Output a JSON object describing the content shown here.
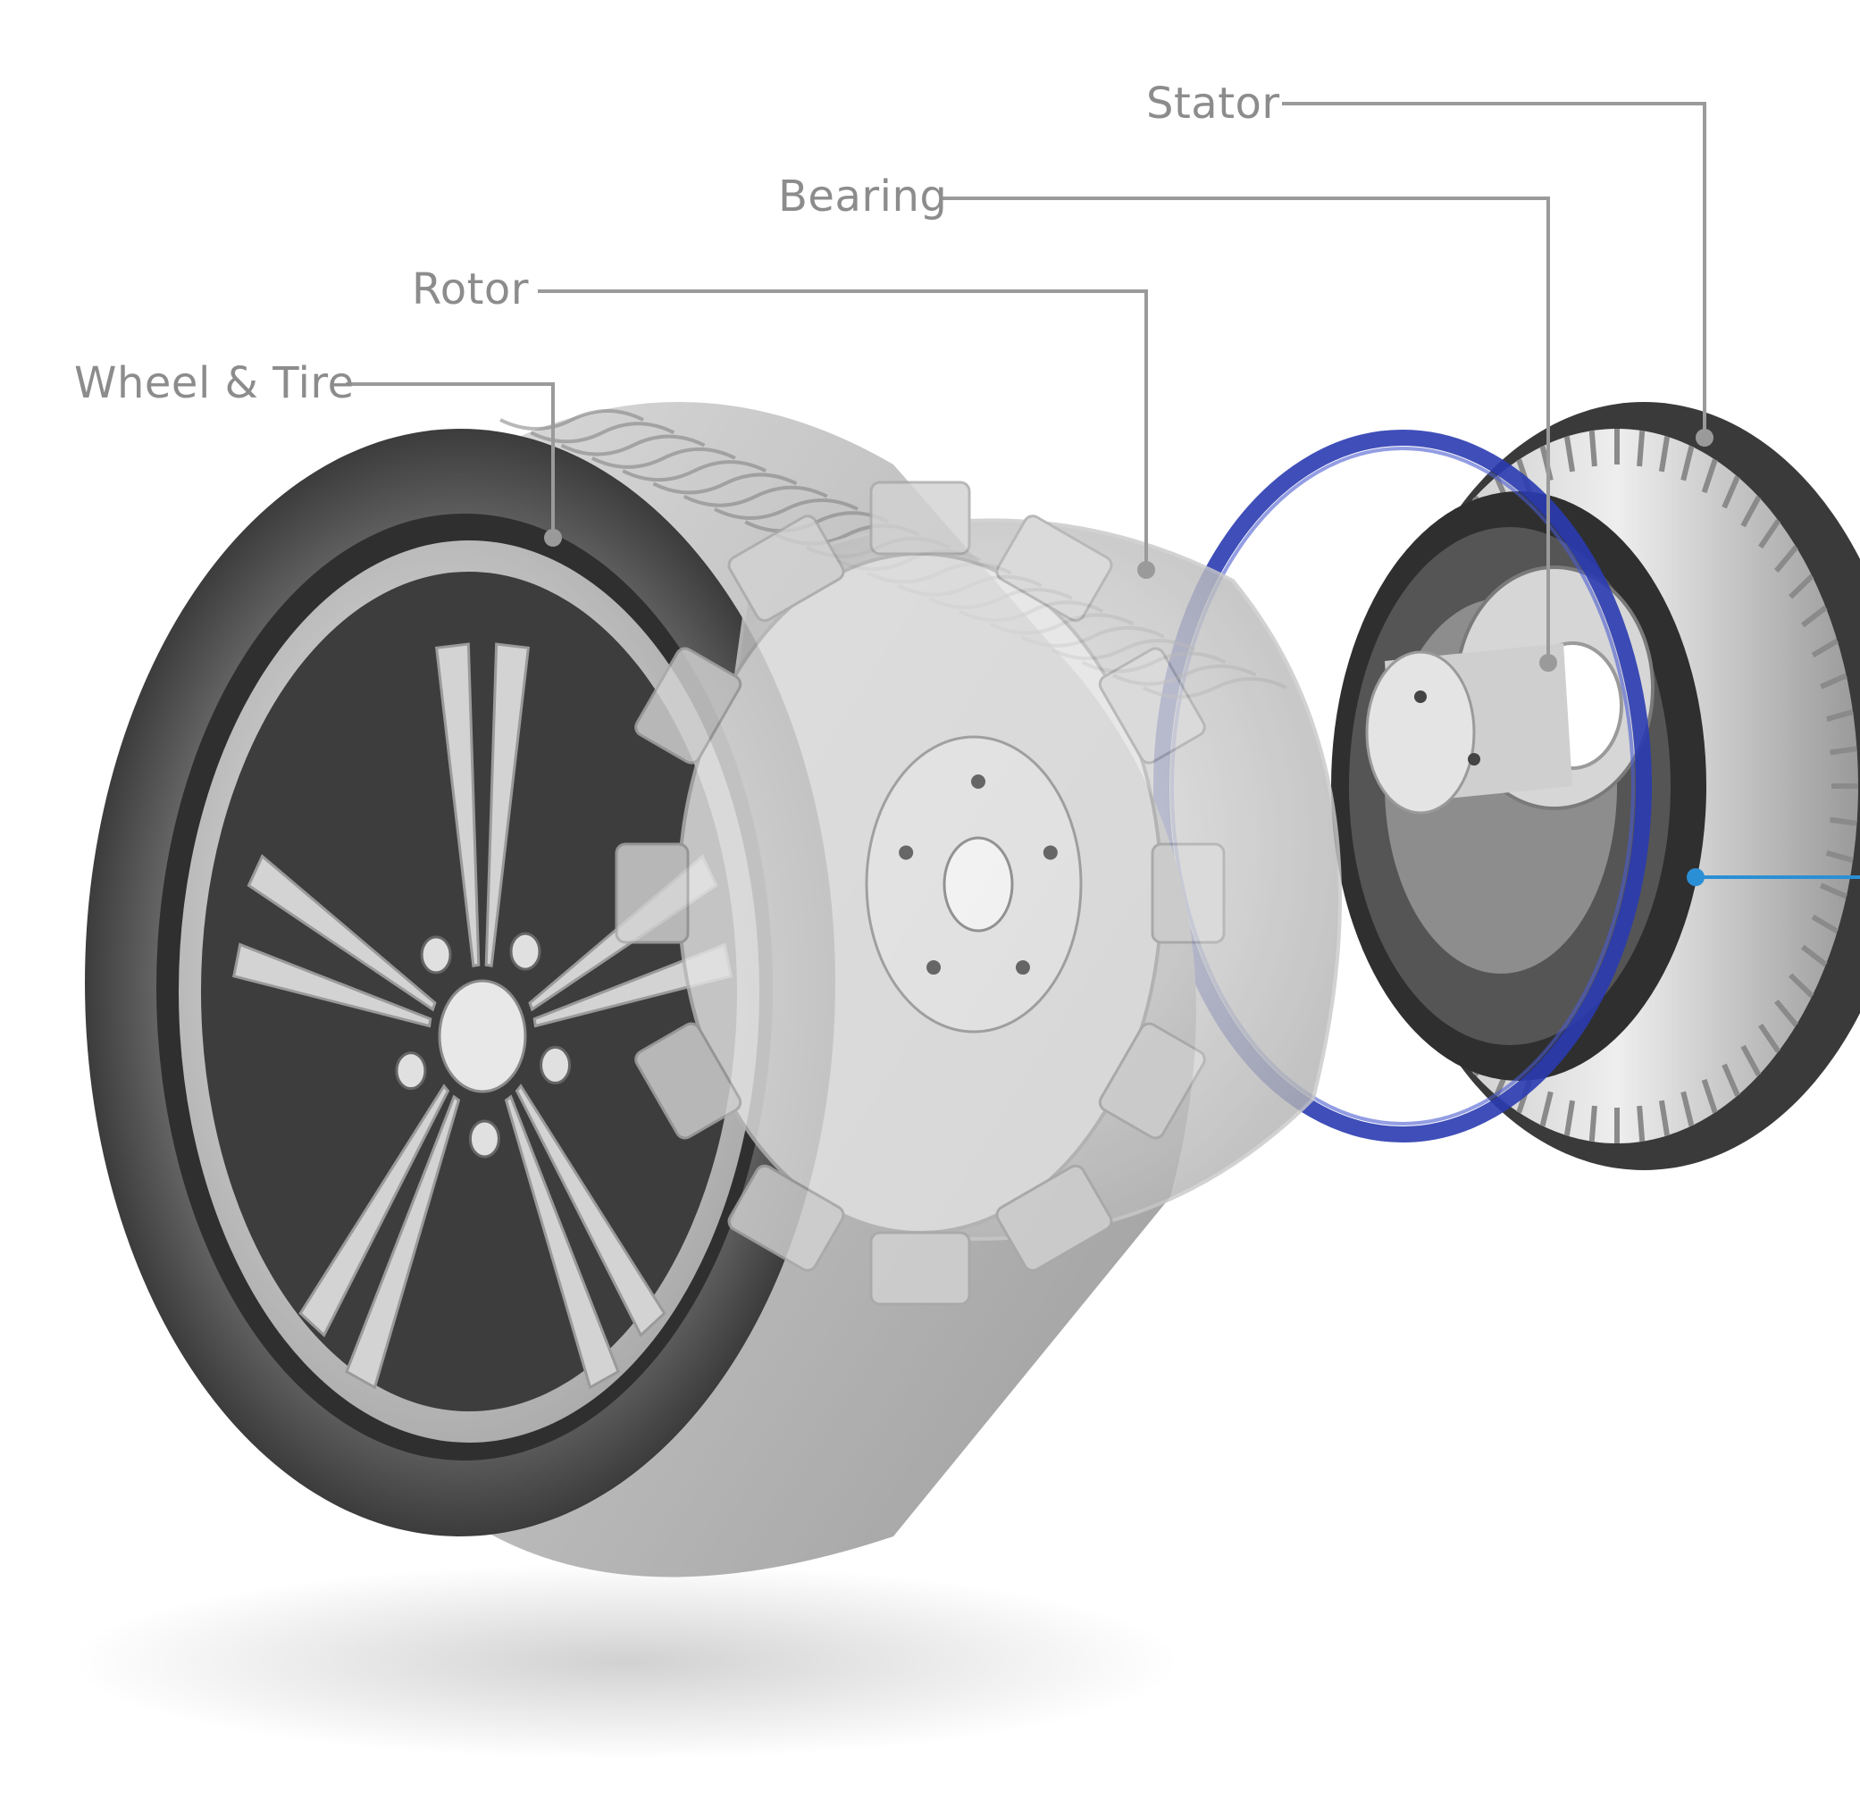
{
  "labels": {
    "stator": "Stator",
    "bearing": "Bearing",
    "rotor": "Rotor",
    "wheel_tire": "Wheel & Tire"
  },
  "colors": {
    "leader_line": "#9a9a9a",
    "label_text": "#8c8c8c",
    "accent_ring": "#2a3bb0",
    "accent_line": "#2b8fd6",
    "tire": "#4a4a4a",
    "metal": "#c9c9c9"
  }
}
